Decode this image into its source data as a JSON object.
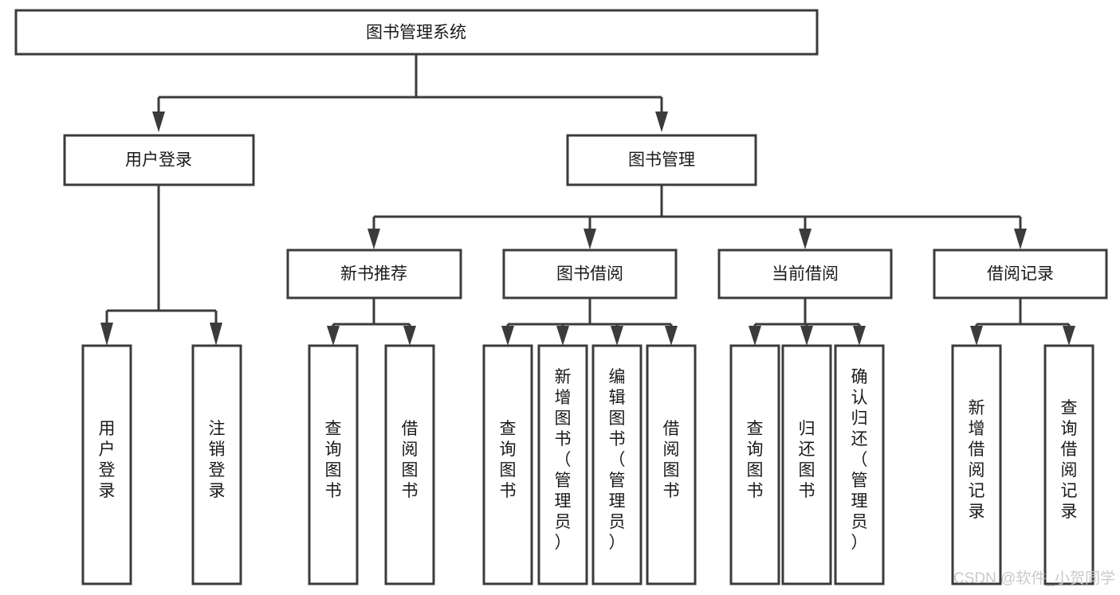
{
  "diagram": {
    "type": "tree",
    "title": "图书管理系统",
    "watermark": "CSDN @软件_小贺同学",
    "colors": {
      "box_stroke": "#3b3b3b",
      "box_fill": "#ffffff",
      "text": "#1a1a1a",
      "connector": "#3b3b3b",
      "watermark": "#c9c9c9",
      "background": "#ffffff"
    },
    "nodes": {
      "root": {
        "label": "图书管理系统"
      },
      "level1": [
        {
          "id": "user-login",
          "label": "用户登录"
        },
        {
          "id": "book-management",
          "label": "图书管理"
        }
      ],
      "level2": [
        {
          "id": "new-book-recommend",
          "label": "新书推荐",
          "parent": "book-management"
        },
        {
          "id": "book-borrow",
          "label": "图书借阅",
          "parent": "book-management"
        },
        {
          "id": "current-borrow",
          "label": "当前借阅",
          "parent": "book-management"
        },
        {
          "id": "borrow-record",
          "label": "借阅记录",
          "parent": "book-management"
        }
      ],
      "leaves": [
        {
          "id": "leaf-user-login",
          "label": "用户登录",
          "parent": "user-login"
        },
        {
          "id": "leaf-user-logout",
          "label": "注销登录",
          "parent": "user-login"
        },
        {
          "id": "leaf-query-book-1",
          "label": "查询图书",
          "parent": "new-book-recommend"
        },
        {
          "id": "leaf-borrow-book-1",
          "label": "借阅图书",
          "parent": "new-book-recommend"
        },
        {
          "id": "leaf-query-book-2",
          "label": "查询图书",
          "parent": "book-borrow"
        },
        {
          "id": "leaf-add-book",
          "label": "新增图书（管理员）",
          "parent": "book-borrow"
        },
        {
          "id": "leaf-edit-book",
          "label": "编辑图书（管理员）",
          "parent": "book-borrow"
        },
        {
          "id": "leaf-borrow-book-2",
          "label": "借阅图书",
          "parent": "book-borrow"
        },
        {
          "id": "leaf-query-book-3",
          "label": "查询图书",
          "parent": "current-borrow"
        },
        {
          "id": "leaf-return-book",
          "label": "归还图书",
          "parent": "current-borrow"
        },
        {
          "id": "leaf-confirm-return",
          "label": "确认归还（管理员）",
          "parent": "current-borrow"
        },
        {
          "id": "leaf-add-record",
          "label": "新增借阅记录",
          "parent": "borrow-record"
        },
        {
          "id": "leaf-query-record",
          "label": "查询借阅记录",
          "parent": "borrow-record"
        }
      ]
    }
  }
}
